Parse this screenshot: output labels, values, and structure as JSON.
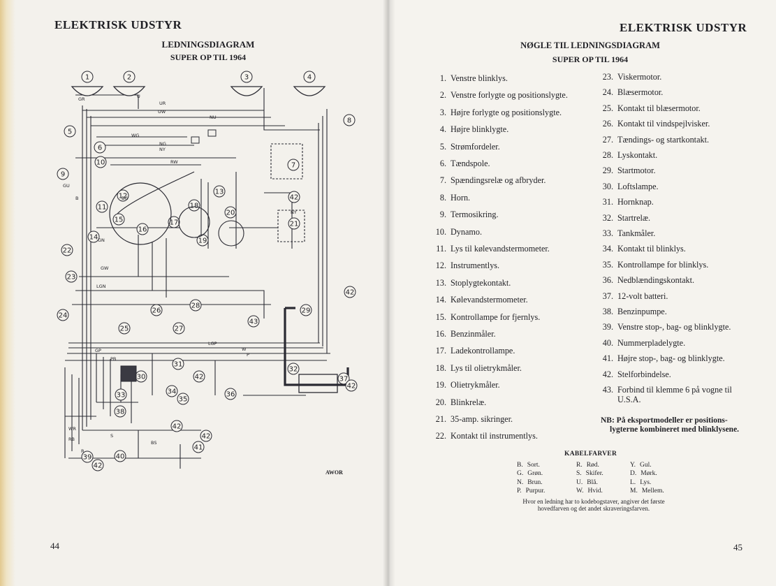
{
  "left_page": {
    "section_title": "ELEKTRISK UDSTYR",
    "diagram_title": "LEDNINGSDIAGRAM",
    "diagram_subtitle": "SUPER OP TIL 1964",
    "page_number": "44",
    "watermark": "AWOR",
    "component_numbers": [
      "1",
      "2",
      "3",
      "4",
      "5",
      "6",
      "7",
      "8",
      "9",
      "10",
      "11",
      "12",
      "13",
      "14",
      "15",
      "16",
      "17",
      "18",
      "19",
      "20",
      "21",
      "22",
      "23",
      "24",
      "25",
      "26",
      "27",
      "28",
      "29",
      "30",
      "31",
      "32",
      "33",
      "34",
      "35",
      "36",
      "37",
      "38",
      "39",
      "40",
      "41",
      "42",
      "43"
    ],
    "wire_labels": [
      "GR",
      "U",
      "UR",
      "UW",
      "NU",
      "NG",
      "NY",
      "RW",
      "GU",
      "B",
      "BG",
      "GN",
      "GW",
      "LGN",
      "LGP",
      "W",
      "P",
      "GP",
      "PB",
      "R",
      "BS",
      "WR",
      "RB",
      "S",
      "NY",
      "WG"
    ]
  },
  "right_page": {
    "section_title": "ELEKTRISK UDSTYR",
    "key_title": "NØGLE TIL LEDNINGSDIAGRAM",
    "key_subtitle": "SUPER OP TIL 1964",
    "page_number": "45",
    "key_items_col1": [
      {
        "num": "1.",
        "text": "Venstre blinklys."
      },
      {
        "num": "2.",
        "text": "Venstre forlygte og positionslygte."
      },
      {
        "num": "3.",
        "text": "Højre forlygte og positionslygte."
      },
      {
        "num": "4.",
        "text": "Højre blinklygte."
      },
      {
        "num": "5.",
        "text": "Strømfordeler."
      },
      {
        "num": "6.",
        "text": "Tændspole."
      },
      {
        "num": "7.",
        "text": "Spændingsrelæ og afbryder."
      },
      {
        "num": "8.",
        "text": "Horn."
      },
      {
        "num": "9.",
        "text": "Termosikring."
      },
      {
        "num": "10.",
        "text": "Dynamo."
      },
      {
        "num": "11.",
        "text": "Lys til kølevandstermometer."
      },
      {
        "num": "12.",
        "text": "Instrumentlys."
      },
      {
        "num": "13.",
        "text": "Stoplygtekontakt."
      },
      {
        "num": "14.",
        "text": "Kølevandstermometer."
      },
      {
        "num": "15.",
        "text": "Kontrollampe for fjernlys."
      },
      {
        "num": "16.",
        "text": "Benzinmåler."
      },
      {
        "num": "17.",
        "text": "Ladekontrollampe."
      },
      {
        "num": "18.",
        "text": "Lys til olietrykmåler."
      },
      {
        "num": "19.",
        "text": "Olietrykmåler."
      },
      {
        "num": "20.",
        "text": "Blinkrelæ."
      },
      {
        "num": "21.",
        "text": "35-amp. sikringer."
      },
      {
        "num": "22.",
        "text": "Kontakt til instrumentlys."
      }
    ],
    "key_items_col2": [
      {
        "num": "23.",
        "text": "Viskermotor."
      },
      {
        "num": "24.",
        "text": "Blæsermotor."
      },
      {
        "num": "25.",
        "text": "Kontakt til blæsermotor."
      },
      {
        "num": "26.",
        "text": "Kontakt til vindspejlvisker."
      },
      {
        "num": "27.",
        "text": "Tændings- og startkontakt."
      },
      {
        "num": "28.",
        "text": "Lyskontakt."
      },
      {
        "num": "29.",
        "text": "Startmotor."
      },
      {
        "num": "30.",
        "text": "Loftslampe."
      },
      {
        "num": "31.",
        "text": "Hornknap."
      },
      {
        "num": "32.",
        "text": "Startrelæ."
      },
      {
        "num": "33.",
        "text": "Tankmåler."
      },
      {
        "num": "34.",
        "text": "Kontakt til blinklys."
      },
      {
        "num": "35.",
        "text": "Kontrollampe for blinklys."
      },
      {
        "num": "36.",
        "text": "Nedblændingskontakt."
      },
      {
        "num": "37.",
        "text": "12-volt batteri."
      },
      {
        "num": "38.",
        "text": "Benzinpumpe."
      },
      {
        "num": "39.",
        "text": "Venstre stop-, bag- og blinklygte."
      },
      {
        "num": "40.",
        "text": "Nummerpladelygte."
      },
      {
        "num": "41.",
        "text": "Højre stop-, bag- og blinklygte."
      },
      {
        "num": "42.",
        "text": "Stelforbindelse."
      },
      {
        "num": "43.",
        "text": "Forbind til klemme 6 på vogne til",
        "text2": "U.S.A."
      }
    ],
    "nb_line1": "NB: På eksportmodeller er positions-",
    "nb_line2": "lygterne kombineret med blinklysene.",
    "kabel_title": "KABELFARVER",
    "kabel_colors": [
      {
        "code": "B.",
        "name": "Sort."
      },
      {
        "code": "R.",
        "name": "Rød."
      },
      {
        "code": "Y.",
        "name": "Gul."
      },
      {
        "code": "G.",
        "name": "Grøn."
      },
      {
        "code": "S.",
        "name": "Skifer."
      },
      {
        "code": "D.",
        "name": "Mørk."
      },
      {
        "code": "N.",
        "name": "Brun."
      },
      {
        "code": "U.",
        "name": "Blå."
      },
      {
        "code": "L.",
        "name": "Lys."
      },
      {
        "code": "P.",
        "name": "Purpur."
      },
      {
        "code": "W.",
        "name": "Hvid."
      },
      {
        "code": "M.",
        "name": "Mellem."
      }
    ],
    "kabel_note": "Hvor en ledning har to kodebogstaver, angiver det første hovedfarven og det andet skraveringsfarven."
  }
}
